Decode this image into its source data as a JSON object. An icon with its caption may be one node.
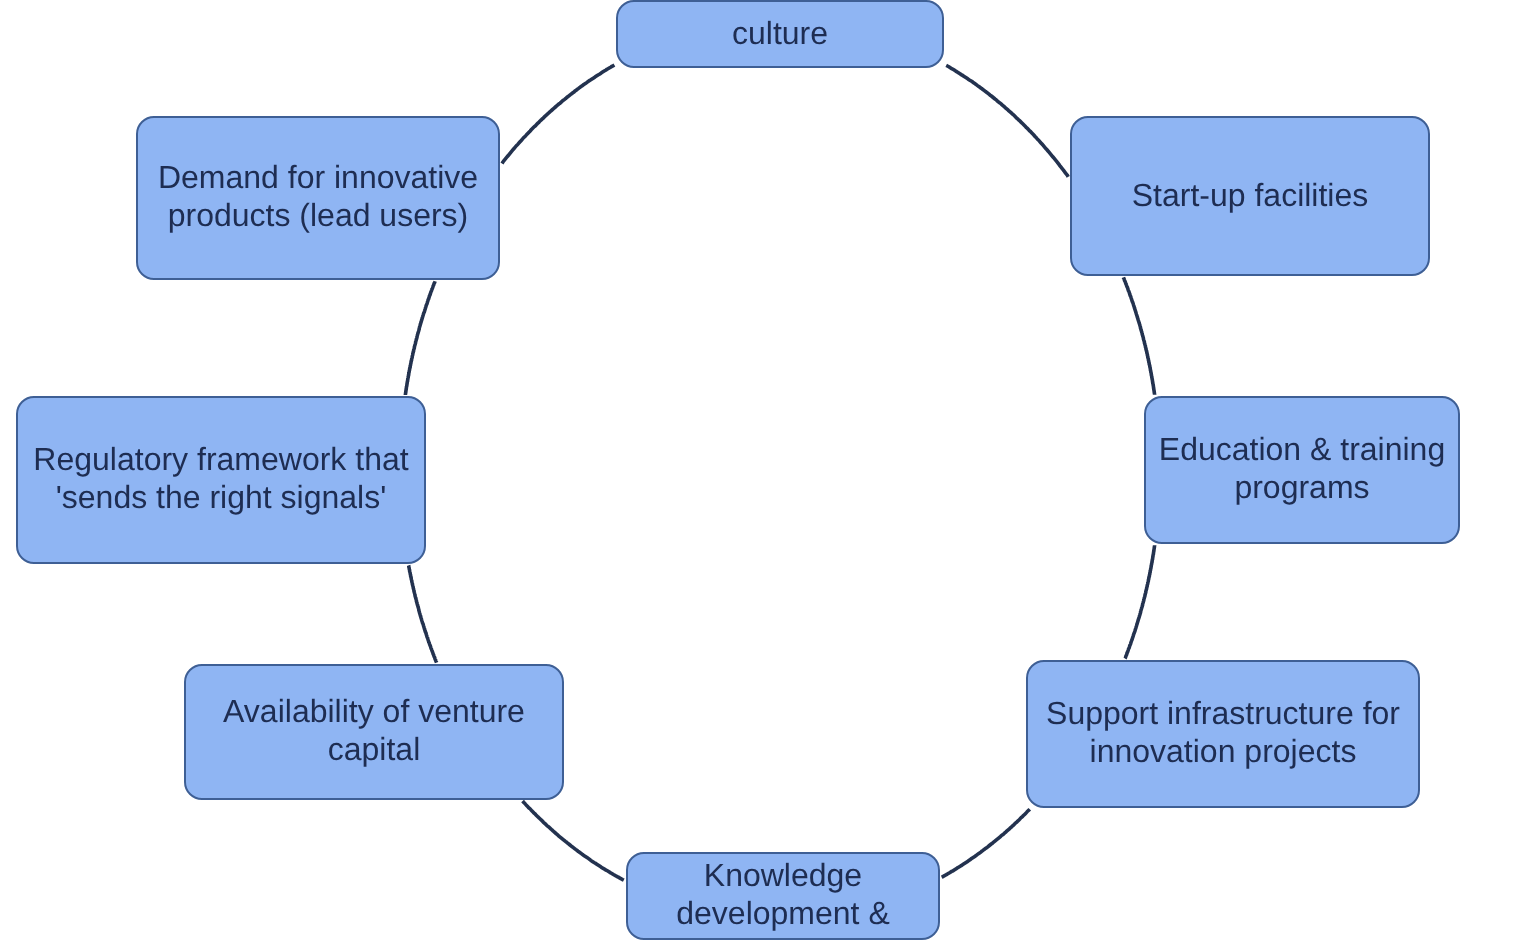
{
  "diagram": {
    "nodes": [
      {
        "text": [
          "culture"
        ]
      },
      {
        "text": [
          "Demand for innovative products (lead users)"
        ]
      },
      {
        "text": [
          "Start-up facilities"
        ]
      },
      {
        "text": [
          "Regulatory framework that 'sends the right signals'"
        ]
      },
      {
        "text": [
          "Education & training programs"
        ]
      },
      {
        "text": [
          "Availability of venture capital"
        ]
      },
      {
        "text": [
          "Support infrastructure for innovation projects"
        ]
      },
      {
        "text": [
          "Knowledge development &"
        ]
      }
    ],
    "edges": [
      {
        "from": 0,
        "to": 2,
        "arrow": "none"
      },
      {
        "from": 2,
        "to": 4,
        "arrow": "none"
      },
      {
        "from": 4,
        "to": 6,
        "arrow": "none"
      },
      {
        "from": 6,
        "to": 7,
        "arrow": "none"
      },
      {
        "from": 7,
        "to": 5,
        "arrow": "none"
      },
      {
        "from": 5,
        "to": 3,
        "arrow": "none"
      },
      {
        "from": 3,
        "to": 1,
        "arrow": "none"
      },
      {
        "from": 1,
        "to": 0,
        "arrow": "none"
      }
    ]
  }
}
